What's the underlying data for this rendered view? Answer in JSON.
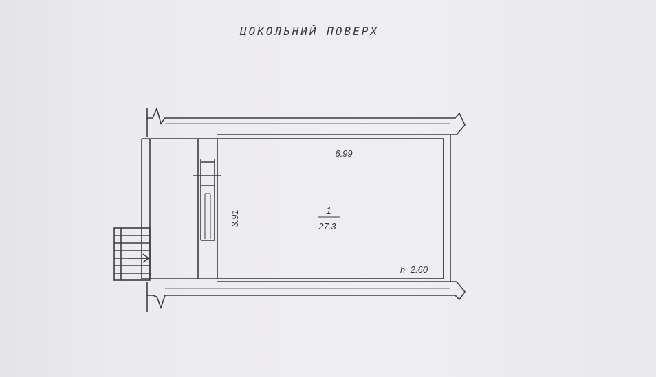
{
  "title": "ЦОКОЛЬНИЙ ПОВЕРХ",
  "room": {
    "number": "1",
    "area": "27.3",
    "width_label": "6.99",
    "depth_label": "3.91",
    "height_label": "h=2.60"
  }
}
